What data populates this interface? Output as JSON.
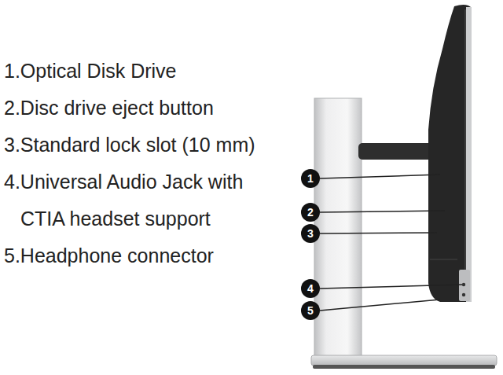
{
  "diagram": {
    "nodes": [
      {
        "text": [
          "1"
        ]
      },
      {
        "text": [
          "2"
        ]
      },
      {
        "text": [
          "3"
        ]
      },
      {
        "text": [
          "4"
        ]
      },
      {
        "text": [
          "5"
        ]
      }
    ],
    "labels": [
      "1.Optical Disk Drive",
      "2.Disc drive eject button",
      "3.Standard lock slot (10 mm)",
      "4.Universal Audio Jack with CTIA headset support",
      "5.Headphone connector"
    ]
  }
}
